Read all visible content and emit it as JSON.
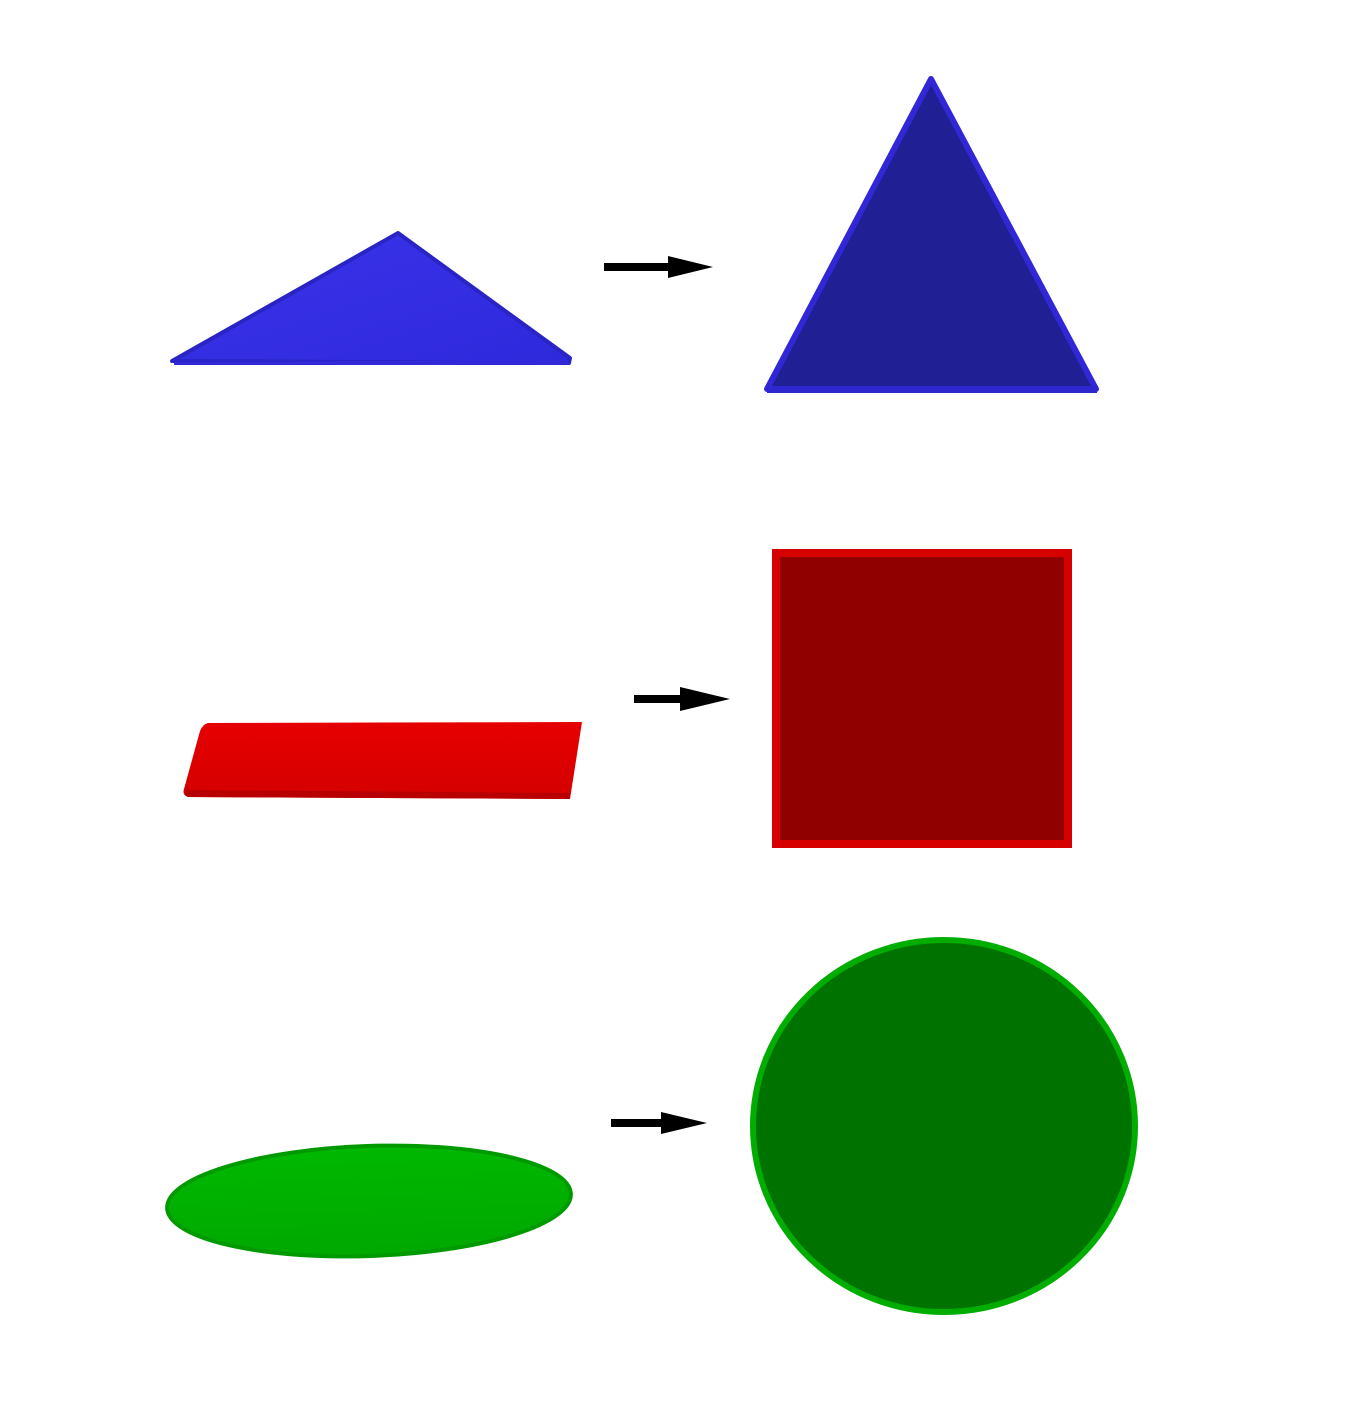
{
  "colors": {
    "background": "#ffffff",
    "triangle_before_fill": "#332ce3",
    "triangle_before_edge": "#2a24c4",
    "triangle_after_fill": "#211f94",
    "triangle_after_edge": "#3127d6",
    "rect_before_fill": "#dd0000",
    "rect_before_edge": "#b80000",
    "rect_after_fill": "#900000",
    "rect_after_edge": "#d70000",
    "ellipse_before_fill": "#00b000",
    "ellipse_before_edge": "#009a00",
    "ellipse_after_fill": "#007200",
    "ellipse_after_edge": "#00ad00",
    "arrow": "#000000"
  },
  "rows": [
    {
      "name": "triangle",
      "before_shape": "flat-triangle",
      "after_shape": "equilateral-triangle",
      "arrow_icon": "right-arrow-icon"
    },
    {
      "name": "rectangle",
      "before_shape": "skewed-flat-rectangle",
      "after_shape": "square",
      "arrow_icon": "right-arrow-icon"
    },
    {
      "name": "ellipse",
      "before_shape": "flat-ellipse",
      "after_shape": "circle",
      "arrow_icon": "right-arrow-icon"
    }
  ]
}
